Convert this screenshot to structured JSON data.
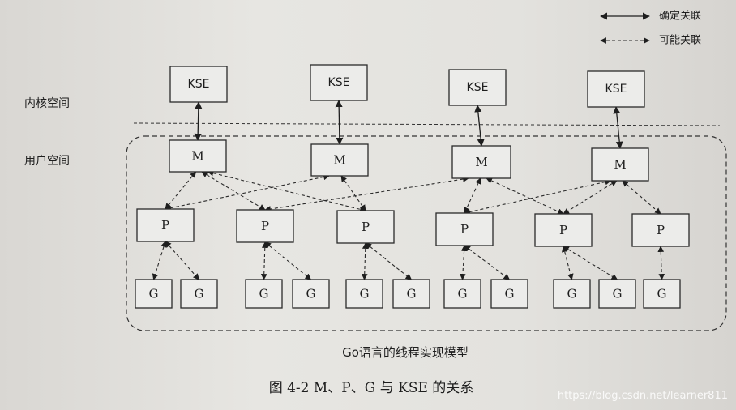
{
  "legend": {
    "certain": "确定关联",
    "possible": "可能关联"
  },
  "zones": {
    "kernel": "内核空间",
    "user": "用户空间"
  },
  "labels": {
    "kse": "KSE",
    "m": "M",
    "p": "P",
    "g": "G"
  },
  "caption": "Go语言的线程实现模型",
  "figure_title": "图 4-2   M、P、G 与 KSE 的关系",
  "watermark": "https://blog.csdn.net/learner811"
}
